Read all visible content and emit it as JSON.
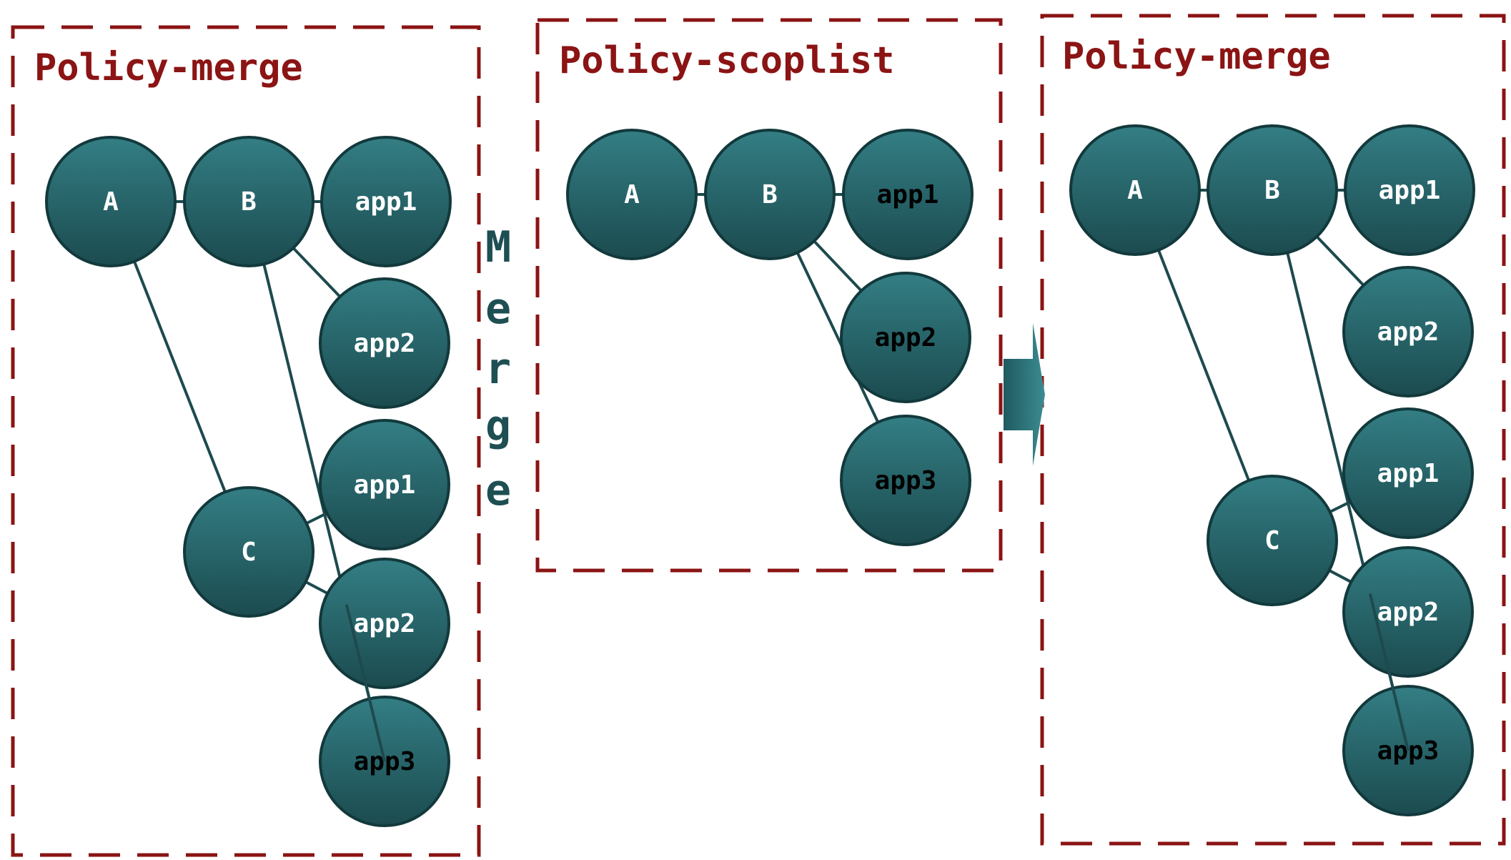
{
  "colors": {
    "frame": "#8b1414",
    "node_top": "#337e84",
    "node_bottom": "#1b4b4f",
    "node_stroke": "#12393c",
    "edge": "#1d4a4e",
    "merge_text": "#1d4f53",
    "arrow": "#2c6f74"
  },
  "panels": [
    {
      "title": "Policy-merge",
      "nodes": [
        {
          "id": "A",
          "label": "A",
          "label_color": "#ffffff"
        },
        {
          "id": "B",
          "label": "B",
          "label_color": "#ffffff"
        },
        {
          "id": "app1a",
          "label": "app1",
          "label_color": "#ffffff"
        },
        {
          "id": "app2a",
          "label": "app2",
          "label_color": "#ffffff"
        },
        {
          "id": "C",
          "label": "C",
          "label_color": "#ffffff"
        },
        {
          "id": "app1b",
          "label": "app1",
          "label_color": "#ffffff"
        },
        {
          "id": "app2b",
          "label": "app2",
          "label_color": "#ffffff"
        },
        {
          "id": "app3",
          "label": "app3",
          "label_color": "#000000"
        }
      ],
      "edges": [
        [
          "A",
          "B"
        ],
        [
          "B",
          "app1a"
        ],
        [
          "B",
          "app2a"
        ],
        [
          "A",
          "C"
        ],
        [
          "C",
          "app1b"
        ],
        [
          "C",
          "app2b"
        ],
        [
          "B",
          "app3"
        ]
      ]
    },
    {
      "title": "Policy-scoplist",
      "nodes": [
        {
          "id": "A",
          "label": "A",
          "label_color": "#ffffff"
        },
        {
          "id": "B",
          "label": "B",
          "label_color": "#ffffff"
        },
        {
          "id": "app1",
          "label": "app1",
          "label_color": "#000000"
        },
        {
          "id": "app2",
          "label": "app2",
          "label_color": "#000000"
        },
        {
          "id": "app3",
          "label": "app3",
          "label_color": "#000000"
        }
      ],
      "edges": [
        [
          "A",
          "B"
        ],
        [
          "B",
          "app1"
        ],
        [
          "B",
          "app2"
        ],
        [
          "B",
          "app3"
        ]
      ]
    },
    {
      "title": "Policy-merge",
      "nodes": [
        {
          "id": "A",
          "label": "A",
          "label_color": "#ffffff"
        },
        {
          "id": "B",
          "label": "B",
          "label_color": "#ffffff"
        },
        {
          "id": "app1a",
          "label": "app1",
          "label_color": "#ffffff"
        },
        {
          "id": "app2a",
          "label": "app2",
          "label_color": "#ffffff"
        },
        {
          "id": "C",
          "label": "C",
          "label_color": "#ffffff"
        },
        {
          "id": "app1b",
          "label": "app1",
          "label_color": "#ffffff"
        },
        {
          "id": "app2b",
          "label": "app2",
          "label_color": "#ffffff"
        },
        {
          "id": "app3",
          "label": "app3",
          "label_color": "#000000"
        }
      ],
      "edges": [
        [
          "A",
          "B"
        ],
        [
          "B",
          "app1a"
        ],
        [
          "B",
          "app2a"
        ],
        [
          "A",
          "C"
        ],
        [
          "C",
          "app1b"
        ],
        [
          "C",
          "app2b"
        ],
        [
          "B",
          "app3"
        ]
      ]
    }
  ],
  "merge_text": [
    "M",
    "e",
    "r",
    "g",
    "e"
  ]
}
